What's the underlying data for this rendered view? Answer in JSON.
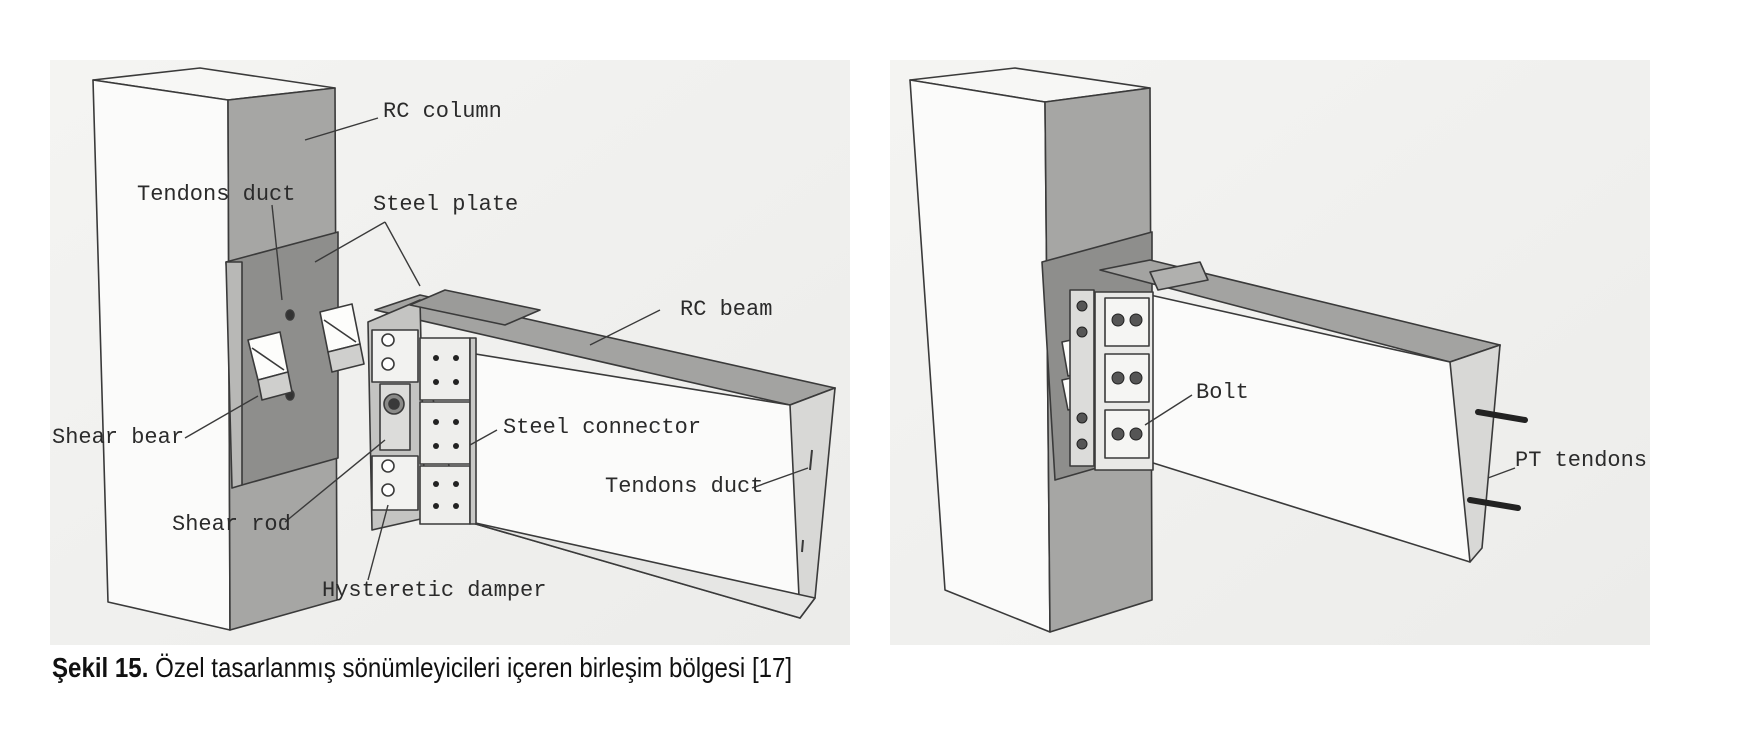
{
  "labels": {
    "rc_column": "RC column",
    "tendons_duct_column": "Tendons duct",
    "steel_plate": "Steel plate",
    "rc_beam": "RC beam",
    "shear_bear": "Shear bear",
    "steel_connector": "Steel connector",
    "tendons_duct_beam": "Tendons duct",
    "shear_rod": "Shear rod",
    "hysteretic_damper": "Hysteretic damper",
    "bolt": "Bolt",
    "pt_tendons": "PT tendons"
  },
  "caption": {
    "prefix": "Şekil  15.",
    "text": " Özel tasarlanmış sönümleyicileri içeren birleşim bölgesi [17]"
  }
}
